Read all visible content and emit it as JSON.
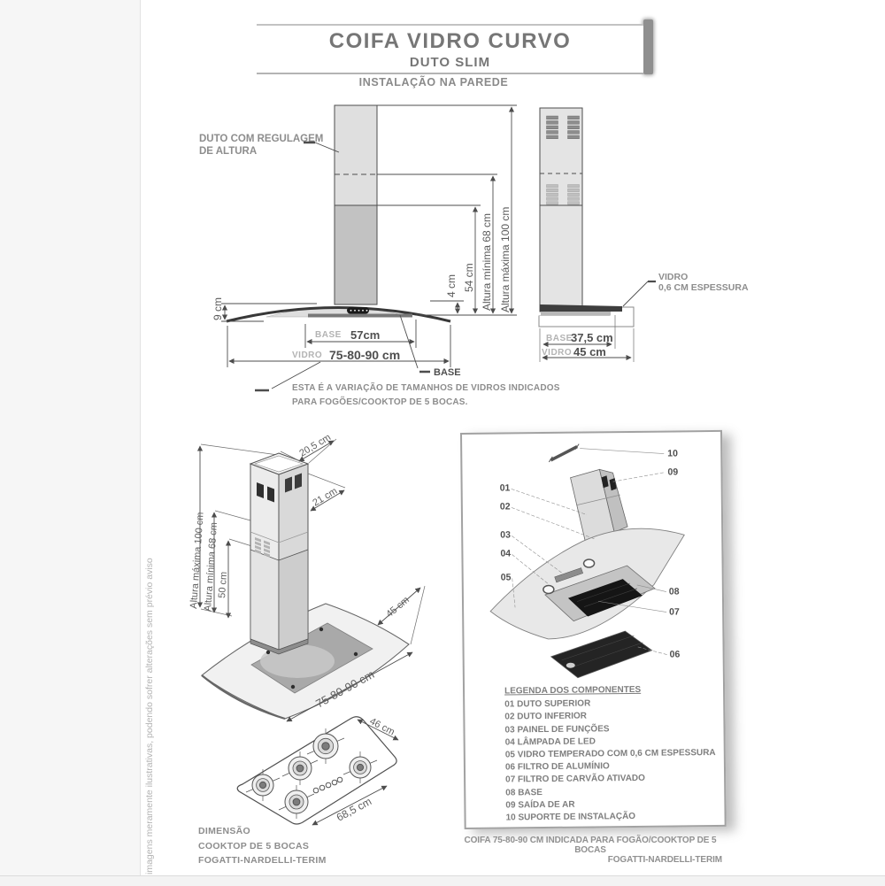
{
  "header": {
    "title_line1": "COIFA VIDRO CURVO",
    "title_line2": "DUTO SLIM",
    "subtitle": "INSTALAÇÃO NA PAREDE"
  },
  "front_view": {
    "duct_label1": "DUTO COM REGULAGEM",
    "duct_label2": "DE ALTURA",
    "dim_hood_height": "9 cm",
    "dim_gap": "4 cm",
    "dim_lower_duct": "54 cm",
    "dim_alt_min": "Altura mínima 68 cm",
    "dim_alt_max": "Altura máxima 100 cm",
    "base_word": "BASE",
    "base_value": "57cm",
    "vidro_word": "VIDRO",
    "vidro_value": "75-80-90 cm",
    "base_callout": "BASE",
    "note1": "ESTA É A VARIAÇÃO DE TAMANHOS DE VIDROS INDICADOS",
    "note2": "PARA FOGÕES/COOKTOP DE 5 BOCAS."
  },
  "side_view": {
    "glass_label1": "VIDRO",
    "glass_label2": "0,6 CM ESPESSURA",
    "base_word": "BASE",
    "base_value": "37,5 cm",
    "vidro_word": "VIDRO",
    "vidro_value": "45 cm"
  },
  "iso_view": {
    "dim_duct_depth": "20,5 cm",
    "dim_duct_width": "21 cm",
    "dim_alt_max": "Altura máxima 100 cm",
    "dim_alt_min": "Altura mínima 68 cm",
    "dim_duct_lower": "50 cm",
    "dim_canopy_depth": "45 cm",
    "dim_canopy_width": "75-80-90 cm",
    "dim_cooktop_depth": "46 cm",
    "dim_cooktop_width": "68,5 cm",
    "caption1": "DIMENSÃO",
    "caption2": "COOKTOP DE 5 BOCAS",
    "caption3": "FOGATTI-NARDELLI-TERIM"
  },
  "exploded": {
    "callouts": [
      "01",
      "02",
      "03",
      "04",
      "05",
      "06",
      "07",
      "08",
      "09",
      "10"
    ],
    "legend_title": "LEGENDA DOS COMPONENTES",
    "legend_items": [
      "01 DUTO SUPERIOR",
      "02 DUTO INFERIOR",
      "03 PAINEL DE FUNÇÕES",
      "04 LÂMPADA DE LED",
      "05 VIDRO TEMPERADO COM 0,6 CM ESPESSURA",
      "06 FILTRO DE ALUMÍNIO",
      "07 FILTRO DE CARVÃO ATIVADO",
      "08 BASE",
      "09 SAÍDA DE AR",
      "10 SUPORTE DE INSTALAÇÃO"
    ]
  },
  "footer": {
    "line1": "COIFA 75-80-90 CM INDICADA PARA FOGÃO/COOKTOP DE 5 BOCAS",
    "line2": "FOGATTI-NARDELLI-TERIM"
  },
  "side_note": "imagens meramente ilustrativas, podendo sofrer alterações sem prévio aviso",
  "colors": {
    "line": "#4d4d4d",
    "label_gray": "#8d8d8d",
    "dim_value": "#4f4f4f",
    "dim_word_light": "#b3b3b3",
    "duct_upper_fill": "#dfdfdf",
    "duct_lower_fill": "#c2c2c2",
    "glass_dark": "#3e3e3e"
  }
}
